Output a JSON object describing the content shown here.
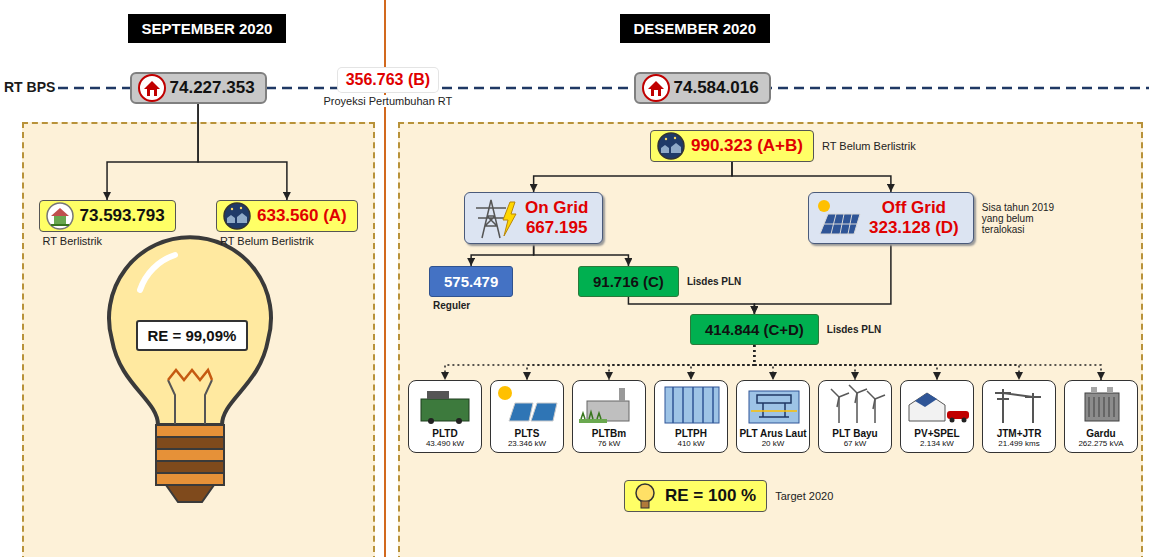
{
  "diagram": {
    "nodes": [
      {
        "text": [
          "SEPTEMBER 2020"
        ]
      },
      {
        "text": [
          "DESEMBER 2020"
        ]
      },
      {
        "text": [
          "74.227.353"
        ]
      },
      {
        "text": [
          "356.763 (B)",
          "Proyeksi Pertumbuhan RT"
        ]
      },
      {
        "text": [
          "74.584.016"
        ]
      },
      {
        "text": []
      },
      {
        "text": [
          "73.593.793",
          "RT Berlistrik"
        ],
        "in": 5
      },
      {
        "text": [
          "633.560 (A)",
          "RT Belum Berlistrik"
        ],
        "in": 5
      },
      {
        "text": [
          "RE = 99,09%"
        ],
        "in": 5
      },
      {
        "text": []
      },
      {
        "text": [
          "990.323 (A+B)",
          "RT Belum Berlistrik"
        ],
        "in": 9
      },
      {
        "text": [
          "On Grid",
          "667.195"
        ],
        "in": 9
      },
      {
        "text": [
          "Off Grid",
          "323.128 (D)",
          "Sisa tahun 2019 yang belum teralokasi"
        ],
        "in": 9
      },
      {
        "text": [
          "575.479",
          "Reguler"
        ],
        "in": 9
      },
      {
        "text": [
          "91.716 (C)",
          "Lisdes PLN"
        ],
        "in": 9
      },
      {
        "text": [
          "414.844 (C+D)",
          "Lisdes PLN"
        ],
        "in": 9
      },
      {
        "text": [
          "PLTD",
          "43.490 kW"
        ],
        "in": 9
      },
      {
        "text": [
          "PLTS",
          "23.346 kW"
        ],
        "in": 9
      },
      {
        "text": [
          "PLTBm",
          "76 kW"
        ],
        "in": 9
      },
      {
        "text": [
          "PLTPH",
          "410 kW"
        ],
        "in": 9
      },
      {
        "text": [
          "PLT Arus Laut",
          "20 kW"
        ],
        "in": 9
      },
      {
        "text": [
          "PLT Bayu",
          "67 kW"
        ],
        "in": 9
      },
      {
        "text": [
          "PV+SPEL",
          "2.134 kW"
        ],
        "in": 9
      },
      {
        "text": [
          "JTM+JTR",
          "21.499 kms"
        ],
        "in": 9
      },
      {
        "text": [
          "Gardu",
          "262.275 kVA"
        ],
        "in": 9
      },
      {
        "text": [
          "RE = 100 %",
          "Target 2020"
        ],
        "in": 9
      }
    ],
    "edges": [
      {
        "from": 2,
        "to": 6,
        "arrow": "to"
      },
      {
        "from": 2,
        "to": 7,
        "arrow": "to"
      },
      {
        "from": 10,
        "to": 11,
        "arrow": "to"
      },
      {
        "from": 10,
        "to": 12,
        "arrow": "to"
      },
      {
        "from": 11,
        "to": 13,
        "arrow": "to"
      },
      {
        "from": 11,
        "to": 14,
        "arrow": "to"
      },
      {
        "from": 14,
        "to": 15,
        "arrow": "to"
      },
      {
        "from": 12,
        "to": 15,
        "arrow": "to"
      },
      {
        "from": 15,
        "to": 16,
        "arrow": "to"
      },
      {
        "from": 15,
        "to": 17,
        "arrow": "to"
      },
      {
        "from": 15,
        "to": 18,
        "arrow": "to"
      },
      {
        "from": 15,
        "to": 19,
        "arrow": "to"
      },
      {
        "from": 15,
        "to": 20,
        "arrow": "to"
      },
      {
        "from": 15,
        "to": 21,
        "arrow": "to"
      },
      {
        "from": 15,
        "to": 22,
        "arrow": "to"
      },
      {
        "from": 15,
        "to": 23,
        "arrow": "to"
      },
      {
        "from": 15,
        "to": 24,
        "arrow": "to"
      }
    ],
    "labels": [
      "RT BPS"
    ]
  }
}
